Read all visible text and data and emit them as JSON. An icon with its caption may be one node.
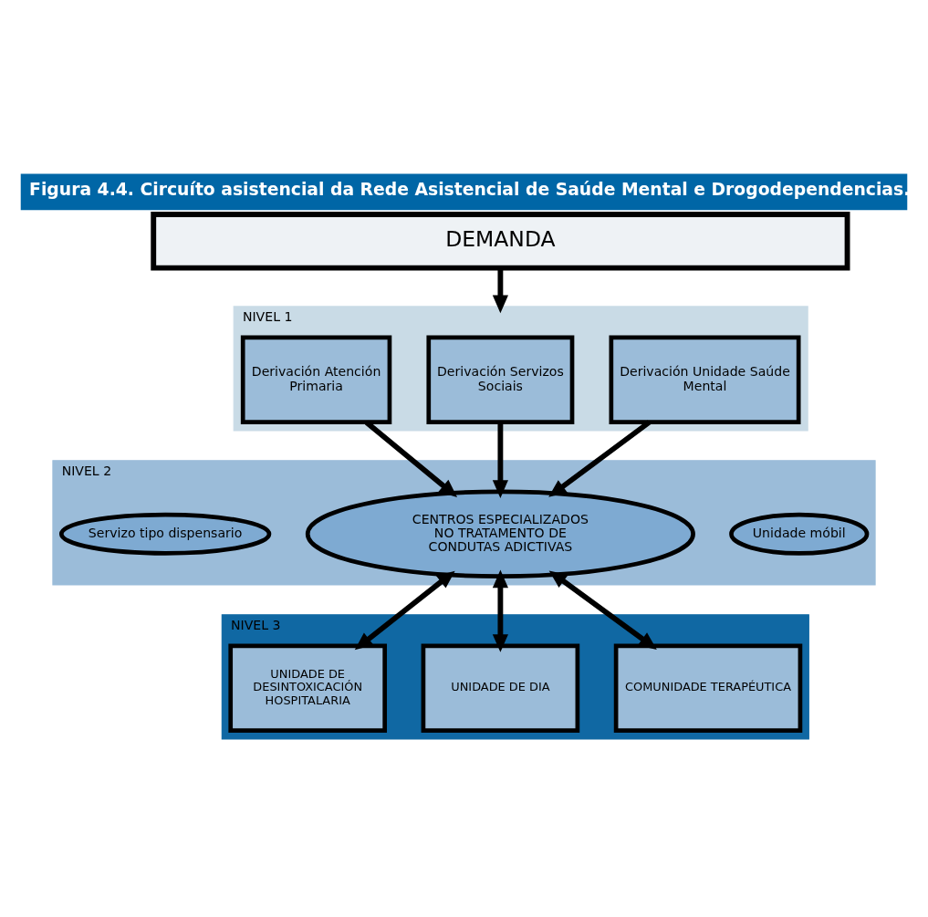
{
  "diagram": {
    "title": "Figura 4.4. Circuíto asistencial da Rede Asistencial de Saúde Mental e Drogodependencias.",
    "nodes": [
      {
        "text": [
          "DEMANDA"
        ]
      },
      {
        "text": [
          "NIVEL 1"
        ]
      },
      {
        "text": [
          "Derivación Atención Primaria"
        ],
        "in": 1
      },
      {
        "text": [
          "Derivación Servizos Sociais"
        ],
        "in": 1
      },
      {
        "text": [
          "Derivación Unidade Saúde Mental"
        ],
        "in": 1
      },
      {
        "text": [
          "NIVEL 2"
        ]
      },
      {
        "text": [
          "Servizo tipo dispensario"
        ],
        "in": 5
      },
      {
        "text": [
          "CENTROS ESPECIALIZADOS NO TRATAMENTO DE CONDUTAS ADICTIVAS"
        ],
        "in": 5
      },
      {
        "text": [
          "Unidade móbil"
        ],
        "in": 5
      },
      {
        "text": [
          "NIVEL 3"
        ]
      },
      {
        "text": [
          "UNIDADE DE DESINTOXICACIÓN HOSPITALARIA"
        ],
        "in": 9
      },
      {
        "text": [
          "UNIDADE DE DIA"
        ],
        "in": 9
      },
      {
        "text": [
          "COMUNIDADE TERAPÉUTICA"
        ],
        "in": 9
      }
    ],
    "edges": [
      {
        "from": 0,
        "to": 1,
        "arrow": "to"
      },
      {
        "from": 2,
        "to": 7,
        "arrow": "to"
      },
      {
        "from": 3,
        "to": 7,
        "arrow": "to"
      },
      {
        "from": 4,
        "to": 7,
        "arrow": "to"
      },
      {
        "from": 7,
        "to": 10,
        "arrow": "both"
      },
      {
        "from": 7,
        "to": 11,
        "arrow": "both"
      },
      {
        "from": 7,
        "to": 12,
        "arrow": "both"
      }
    ]
  }
}
